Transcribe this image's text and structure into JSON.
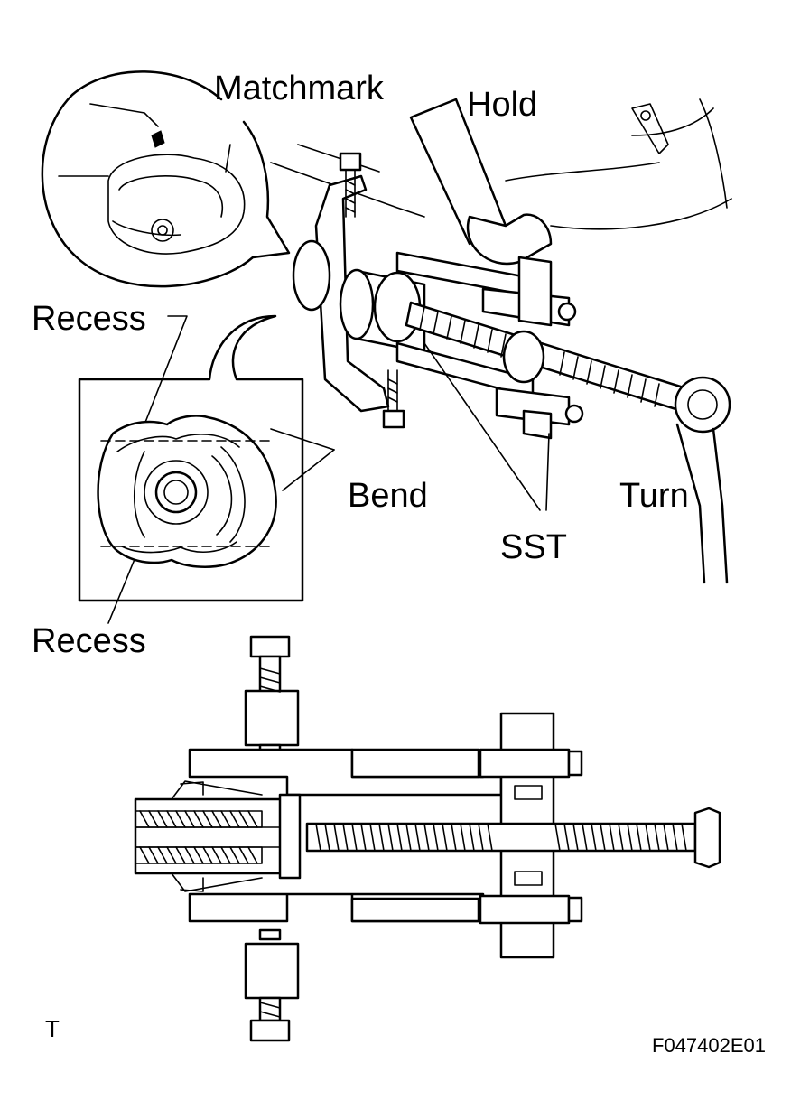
{
  "labels": {
    "matchmark": "Matchmark",
    "hold": "Hold",
    "recess_top": "Recess",
    "recess_bottom": "Recess",
    "bend": "Bend",
    "turn": "Turn",
    "sst": "SST",
    "corner_mark": "T",
    "figure_code": "F047402E01"
  }
}
